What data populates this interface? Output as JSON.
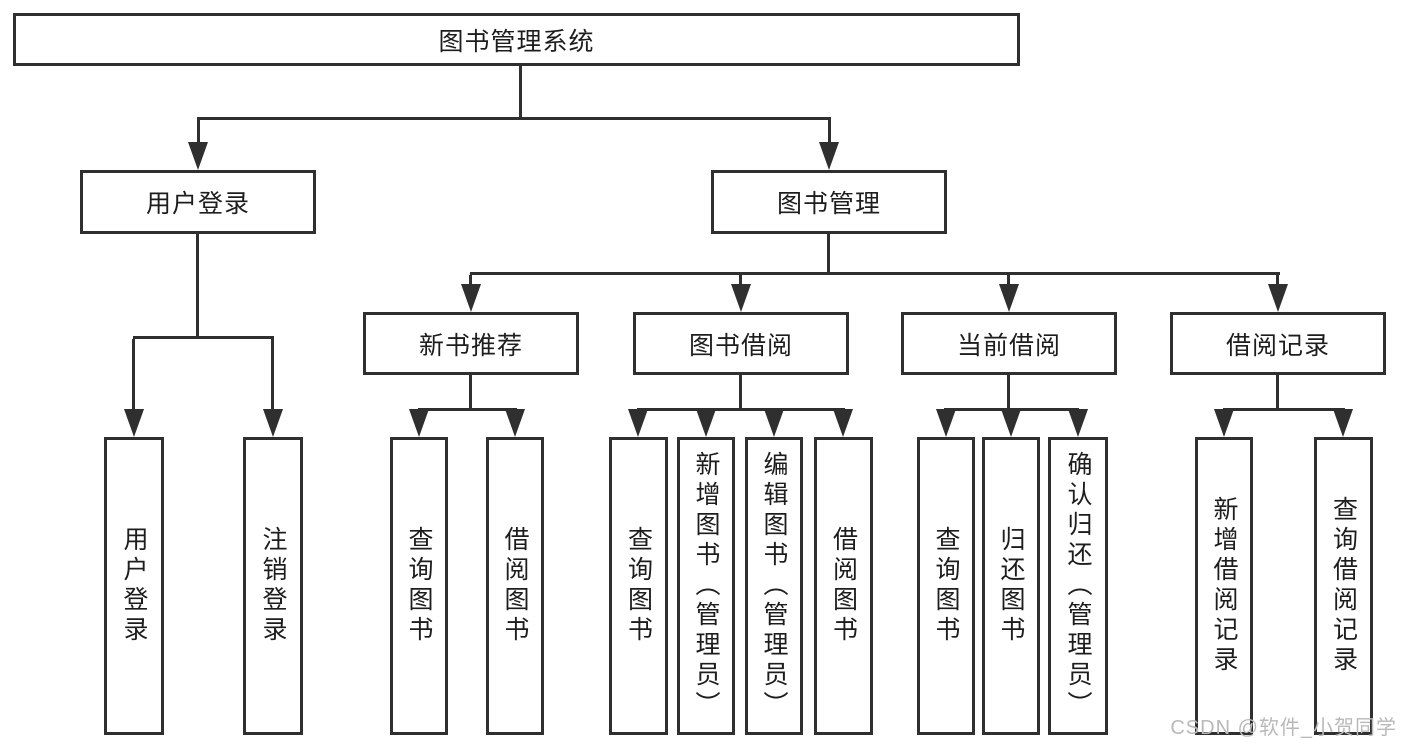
{
  "diagram": {
    "root": "图书管理系统",
    "level2": [
      "用户登录",
      "图书管理"
    ],
    "level3": [
      "新书推荐",
      "图书借阅",
      "当前借阅",
      "借阅记录"
    ],
    "leaves_user": [
      "用户登录",
      "注销登录"
    ],
    "leaves_newbook": [
      "查询图书",
      "借阅图书"
    ],
    "leaves_borrow": [
      "查询图书",
      "新增图书（管理员）",
      "编辑图书（管理员）",
      "借阅图书"
    ],
    "leaves_current": [
      "查询图书",
      "归还图书",
      "确认归还（管理员）"
    ],
    "leaves_records": [
      "新增借阅记录",
      "查询借阅记录"
    ],
    "colors": {
      "line": "#2f2f2f",
      "text": "#1d1d1d",
      "watermark": "#b9b9b9"
    },
    "watermark": "CSDN @软件_小贺同学"
  }
}
